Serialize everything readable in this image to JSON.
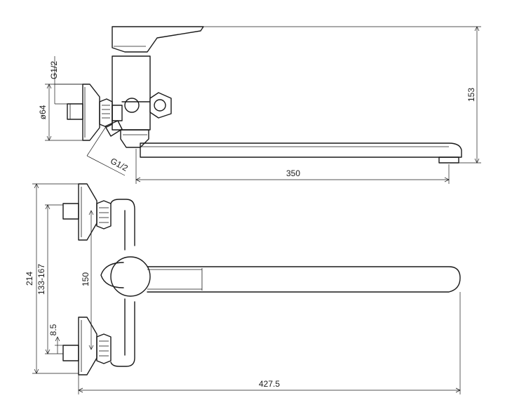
{
  "dimensions": {
    "thread_top": "G1/2",
    "flange_diameter": "ø64",
    "thread_bottom": "G1/2",
    "height": "153",
    "spout_reach": "350",
    "overall_height": "214",
    "inlet_spacing_range": "133-167",
    "inlet_spacing_nominal": "150",
    "eccentric_offset": "8.5",
    "overall_length": "427.5"
  }
}
